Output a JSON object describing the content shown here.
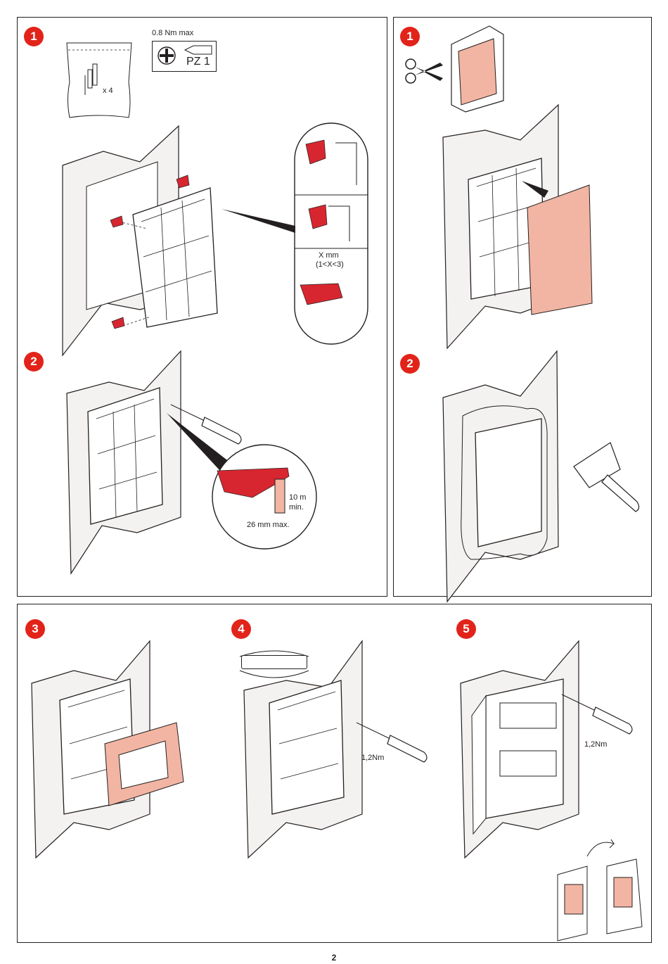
{
  "steps": {
    "s1_left": "1",
    "s2_left": "2",
    "s1_right": "1",
    "s2_right": "2",
    "s3": "3",
    "s4": "4",
    "s5": "5"
  },
  "torque_top": "0.8 Nm max",
  "bit_label": "PZ 1",
  "quantity": "x 4",
  "x_mm": "X mm",
  "x_range": "(1<X<3)",
  "min_depth": "10 m",
  "min_label": "min.",
  "max_depth": "26 mm max.",
  "torque_step4": "1,2Nm",
  "torque_step5": "1,2Nm",
  "page_number": "2",
  "colors": {
    "accent": "#e2231a",
    "part_red": "#d7262f",
    "part_pink": "#f2b5a3"
  },
  "icons": [
    "phillips-screw-icon",
    "screwdriver-bit-icon",
    "scissors-icon",
    "spatula-icon",
    "screwdriver-icon",
    "spirit-level-icon",
    "rotate-arrow-icon"
  ]
}
